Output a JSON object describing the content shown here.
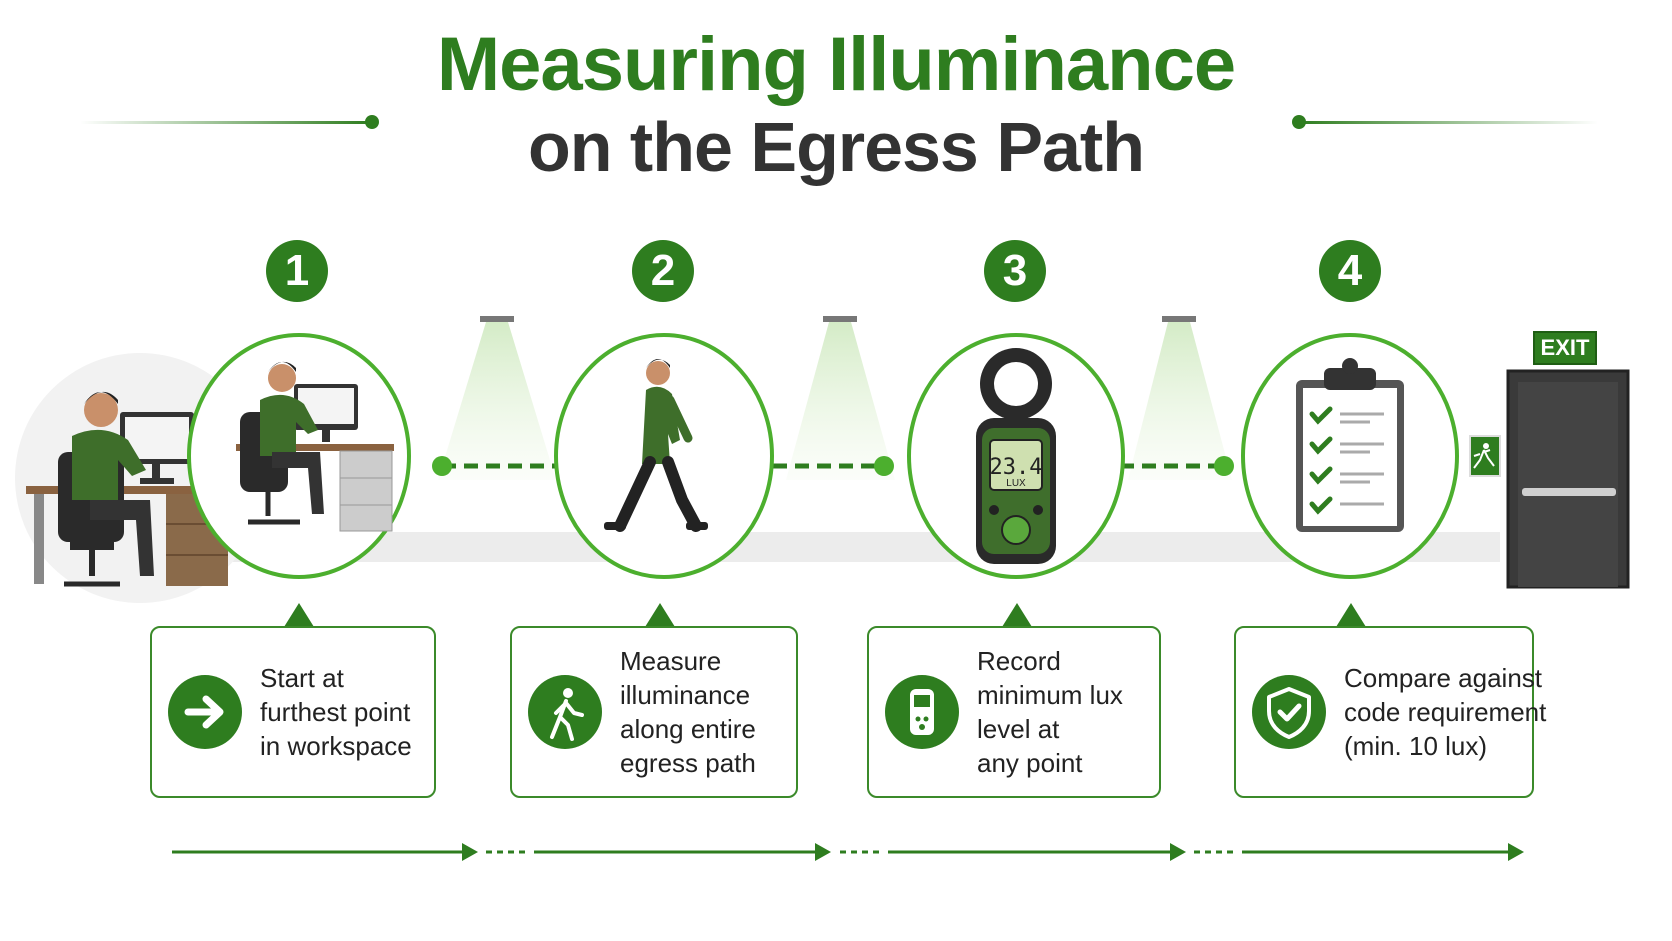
{
  "title": {
    "line1": "Measuring Illuminance",
    "line2": "on the Egress Path"
  },
  "colors": {
    "accent": "#2e7d1f",
    "text": "#333333",
    "light_green": "#5aa83c"
  },
  "steps": [
    {
      "number": "1",
      "icon": "arrow-right-icon",
      "lines": [
        "Start at",
        "furthest point",
        "in workspace"
      ]
    },
    {
      "number": "2",
      "icon": "walking-person-icon",
      "lines": [
        "Measure",
        "illuminance",
        "along entire",
        "egress path"
      ]
    },
    {
      "number": "3",
      "icon": "light-meter-icon",
      "lines": [
        "Record",
        "minimum lux",
        "level at",
        "any point"
      ]
    },
    {
      "number": "4",
      "icon": "shield-check-icon",
      "lines": [
        "Compare against",
        "code requirement",
        "(min. 10 lux)"
      ]
    }
  ],
  "meter": {
    "reading": "23.4",
    "unit": "LUX"
  },
  "exit_sign": "EXIT"
}
